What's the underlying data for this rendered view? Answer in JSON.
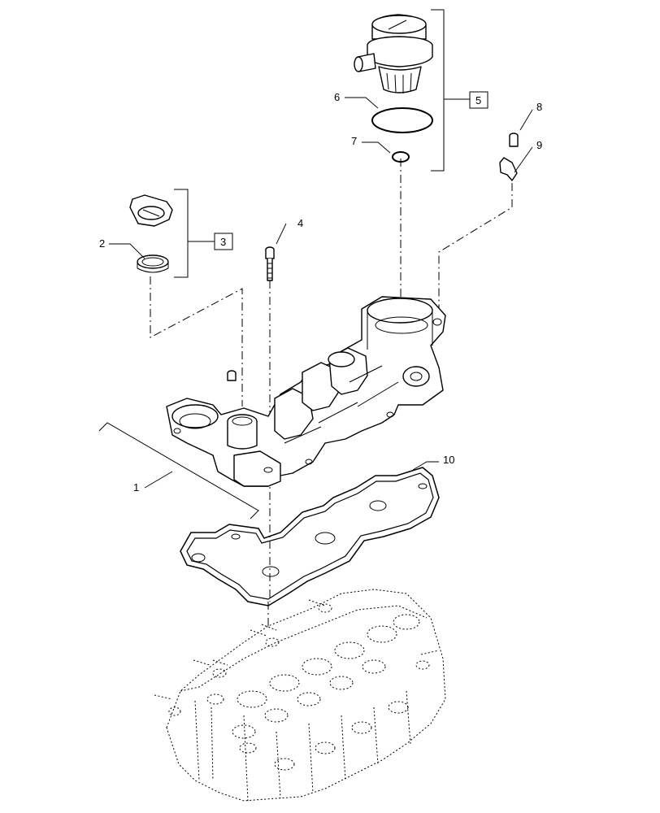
{
  "callouts": [
    {
      "id": "1",
      "label": "1"
    },
    {
      "id": "2",
      "label": "2"
    },
    {
      "id": "3",
      "label": "3",
      "boxed": true
    },
    {
      "id": "4",
      "label": "4"
    },
    {
      "id": "5",
      "label": "5",
      "boxed": true
    },
    {
      "id": "6",
      "label": "6"
    },
    {
      "id": "7",
      "label": "7"
    },
    {
      "id": "8",
      "label": "8"
    },
    {
      "id": "9",
      "label": "9"
    },
    {
      "id": "10",
      "label": "10"
    }
  ],
  "colors": {
    "line": "#000000",
    "background": "#ffffff"
  }
}
